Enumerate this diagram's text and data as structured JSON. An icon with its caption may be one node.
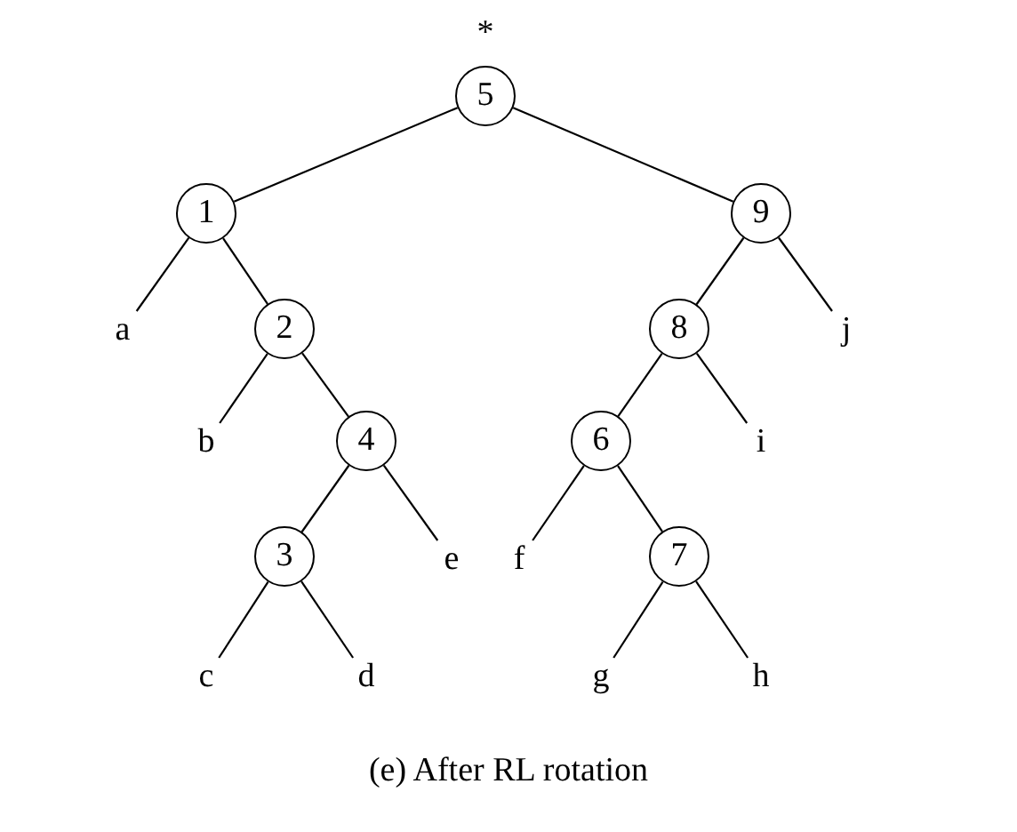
{
  "diagram": {
    "caption": "(e) After RL rotation",
    "nodes": [
      {
        "text": [
          "5"
        ],
        "beside": [
          "*"
        ]
      },
      {
        "text": [
          "1"
        ]
      },
      {
        "text": [
          "9"
        ]
      },
      {
        "text": [
          "a"
        ]
      },
      {
        "text": [
          "2"
        ]
      },
      {
        "text": [
          "8"
        ]
      },
      {
        "text": [
          "j"
        ]
      },
      {
        "text": [
          "b"
        ]
      },
      {
        "text": [
          "4"
        ]
      },
      {
        "text": [
          "6"
        ]
      },
      {
        "text": [
          "i"
        ]
      },
      {
        "text": [
          "3"
        ]
      },
      {
        "text": [
          "e"
        ]
      },
      {
        "text": [
          "f"
        ]
      },
      {
        "text": [
          "7"
        ]
      },
      {
        "text": [
          "c"
        ]
      },
      {
        "text": [
          "d"
        ]
      },
      {
        "text": [
          "g"
        ]
      },
      {
        "text": [
          "h"
        ]
      }
    ],
    "edges": [
      {
        "from": 0,
        "to": 1,
        "arrow": "none"
      },
      {
        "from": 0,
        "to": 2,
        "arrow": "none"
      },
      {
        "from": 1,
        "to": 3,
        "arrow": "none"
      },
      {
        "from": 1,
        "to": 4,
        "arrow": "none"
      },
      {
        "from": 2,
        "to": 5,
        "arrow": "none"
      },
      {
        "from": 2,
        "to": 6,
        "arrow": "none"
      },
      {
        "from": 4,
        "to": 7,
        "arrow": "none"
      },
      {
        "from": 4,
        "to": 8,
        "arrow": "none"
      },
      {
        "from": 5,
        "to": 9,
        "arrow": "none"
      },
      {
        "from": 5,
        "to": 10,
        "arrow": "none"
      },
      {
        "from": 8,
        "to": 11,
        "arrow": "none"
      },
      {
        "from": 8,
        "to": 12,
        "arrow": "none"
      },
      {
        "from": 9,
        "to": 13,
        "arrow": "none"
      },
      {
        "from": 9,
        "to": 14,
        "arrow": "none"
      },
      {
        "from": 11,
        "to": 15,
        "arrow": "none"
      },
      {
        "from": 11,
        "to": 16,
        "arrow": "none"
      },
      {
        "from": 14,
        "to": 17,
        "arrow": "none"
      },
      {
        "from": 14,
        "to": 18,
        "arrow": "none"
      }
    ]
  }
}
